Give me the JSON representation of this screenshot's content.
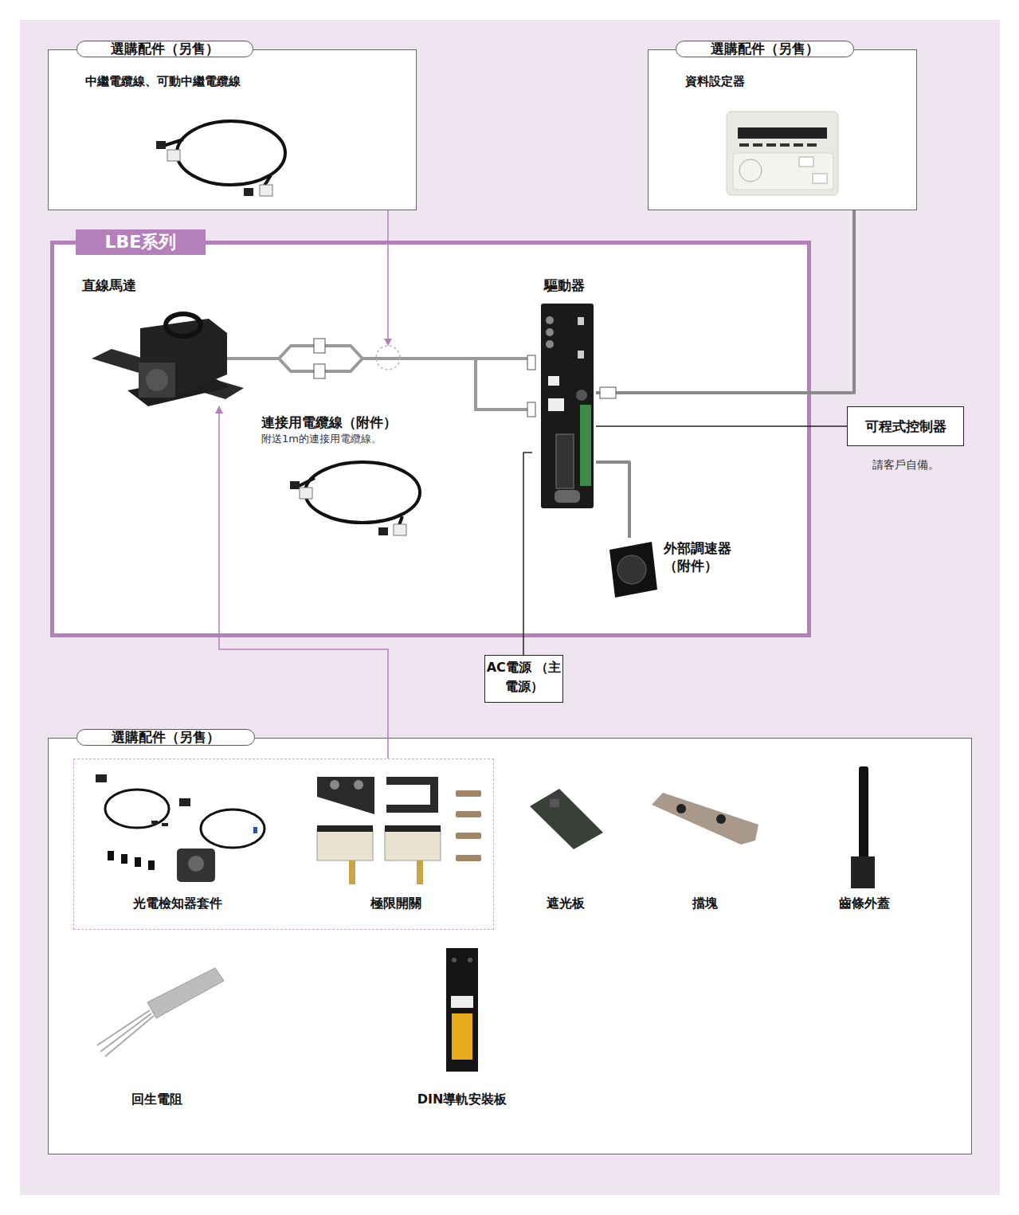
{
  "diagram": {
    "nodes": [
      {
        "text": [
          "選購配件（另售）",
          "中繼電纜線、可動中繼電纜線"
        ]
      },
      {
        "text": [
          "選購配件（另售）",
          "資料設定器"
        ]
      },
      {
        "text": [
          "LBE系列"
        ]
      },
      {
        "text": [
          "直線馬達"
        ],
        "in": 2
      },
      {
        "text": [
          "驅動器"
        ],
        "in": 2
      },
      {
        "text": [
          "外部調速器 （附件）"
        ],
        "in": 2
      },
      {
        "text": [
          "可程式控制器",
          "請客戶自備。"
        ]
      },
      {
        "text": [
          "AC電源 （主電源）"
        ]
      },
      {
        "text": [
          "選購配件（另售）"
        ]
      },
      {
        "text": [
          "光電檢知器套件",
          "極限開關"
        ],
        "in": 8
      }
    ],
    "edges": [
      {
        "from": 3,
        "to": 4,
        "arrow": "none"
      },
      {
        "from": 1,
        "to": 4,
        "arrow": "none"
      },
      {
        "from": 4,
        "to": 6,
        "arrow": "none"
      },
      {
        "from": 4,
        "to": 5,
        "arrow": "none"
      },
      {
        "from": 4,
        "to": 7,
        "arrow": "none"
      },
      {
        "from": 9,
        "to": 3,
        "arrow": "to"
      }
    ],
    "labels": [
      "連接用電纜線（附件）",
      "附送1m的連接用電纜線。",
      "遮光板",
      "擋塊",
      "齒條外蓋",
      "回生電阻",
      "DIN導軌安裝板"
    ]
  }
}
